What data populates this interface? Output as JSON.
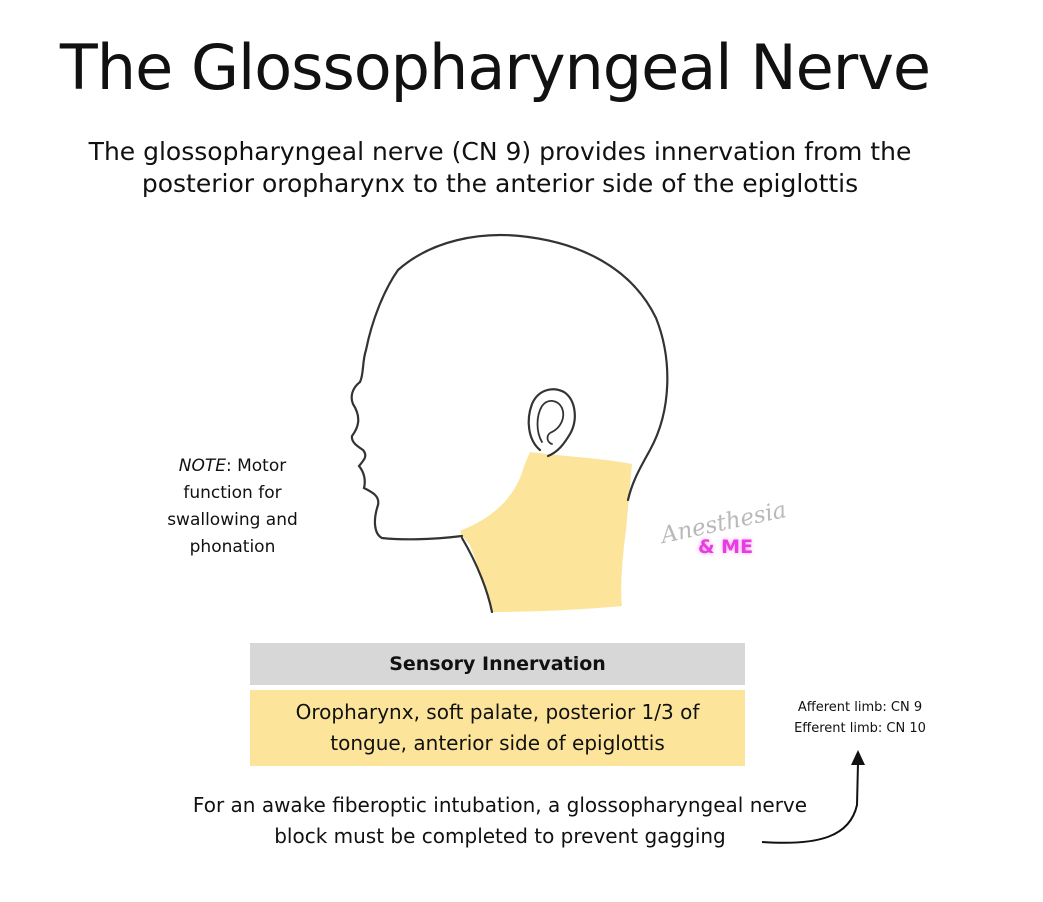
{
  "title": "The Glossopharyngeal Nerve",
  "subtitle": {
    "line1": "The glossopharyngeal nerve (CN 9) provides innervation from the",
    "line2": "posterior oropharynx to the anterior side of the epiglottis"
  },
  "note": {
    "label": "NOTE",
    "line1": ": Motor",
    "line2": "function for",
    "line3": "swallowing and",
    "line4": "phonation"
  },
  "watermark": {
    "script": "Anesthesia",
    "me": "& ME"
  },
  "table": {
    "header": "Sensory Innervation",
    "cell": "Oropharynx, soft palate, posterior 1/3 of tongue, anterior side of epiglottis"
  },
  "limbs": {
    "afferent": "Afferent limb: CN 9",
    "efferent": "Efferent limb: CN 10"
  },
  "footer": {
    "line1": "For an awake fiberoptic intubation, a glossopharyngeal nerve",
    "line2": "block must be completed to prevent gagging"
  },
  "colors": {
    "highlight": "#fce59a",
    "header_bg": "#d7d7d7",
    "watermark_accent": "#e83ce0"
  }
}
